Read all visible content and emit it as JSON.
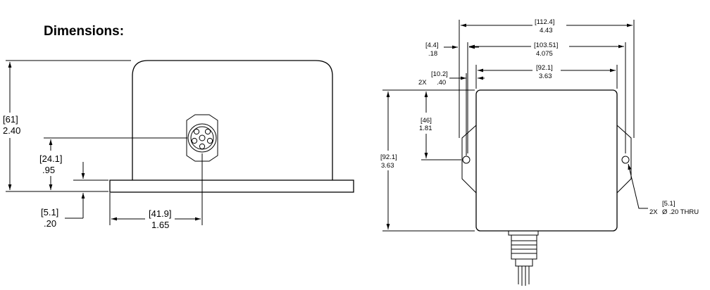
{
  "heading": "Dimensions:",
  "side_view": {
    "height": {
      "mm": "[61]",
      "in": "2.40"
    },
    "connector_height": {
      "mm": "[24.1]",
      "in": ".95"
    },
    "flange_thickness": {
      "mm": "[5.1]",
      "in": ".20"
    },
    "connector_offset": {
      "mm": "[41.9]",
      "in": "1.65"
    }
  },
  "top_view": {
    "overall_width": {
      "mm": "[112.4]",
      "in": "4.43"
    },
    "hole_spacing": {
      "mm": "[103.51]",
      "in": "4.075"
    },
    "body_width": {
      "mm": "[92.1]",
      "in": "3.63"
    },
    "edge_inset": {
      "mm": "[4.4]",
      "in": ".18"
    },
    "hole_inset": {
      "mm": "[10.2]",
      "in": ".40",
      "qty": "2X"
    },
    "hole_y": {
      "mm": "[46]",
      "in": "1.81"
    },
    "body_height": {
      "mm": "[92.1]",
      "in": "3.63"
    },
    "hole_callout": {
      "mm": "[5.1]",
      "qty": "2X",
      "spec": "Ø .20 THRU"
    }
  }
}
